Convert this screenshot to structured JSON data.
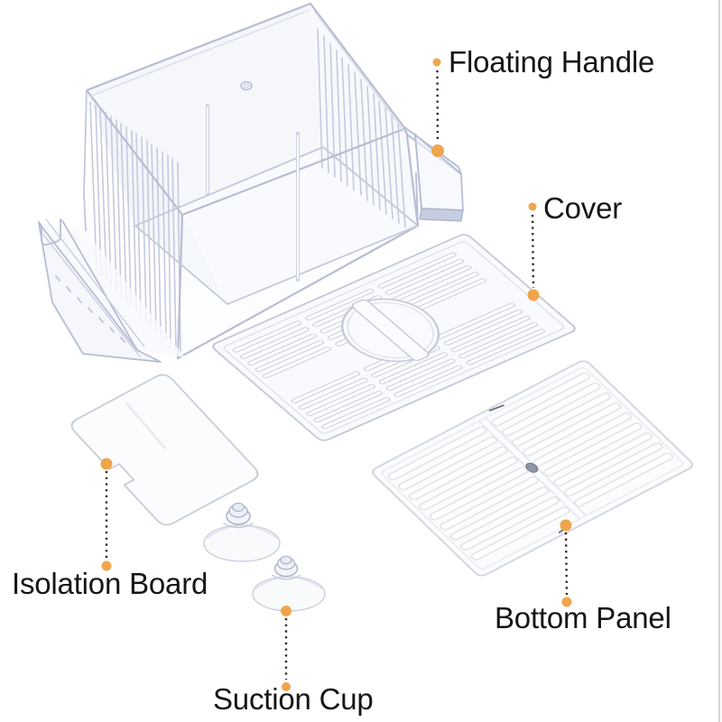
{
  "diagram": {
    "type": "labeled-product-parts-diagram",
    "parts": [
      {
        "id": "floating-handle",
        "label": "Floating Handle"
      },
      {
        "id": "cover",
        "label": "Cover"
      },
      {
        "id": "isolation-board",
        "label": "Isolation Board"
      },
      {
        "id": "bottom-panel",
        "label": "Bottom Panel"
      },
      {
        "id": "suction-cup",
        "label": "Suction Cup"
      }
    ]
  },
  "colors": {
    "background": "#ffffff",
    "accent_orange": "#efa54c",
    "leader_line": "#2b2b2b",
    "label_text": "#161616",
    "acrylic_line": "#b7bdd3",
    "acrylic_soft": "#d9ddea",
    "acrylic_dark": "#aab1cc",
    "acrylic_edge_tint": "#c7cde1",
    "panel_outline": "#d2d6e0",
    "panel_slat_shadow": "#e2e5ec",
    "center_pin": "#8f96a4",
    "frame_border": "#c9c9c9"
  }
}
